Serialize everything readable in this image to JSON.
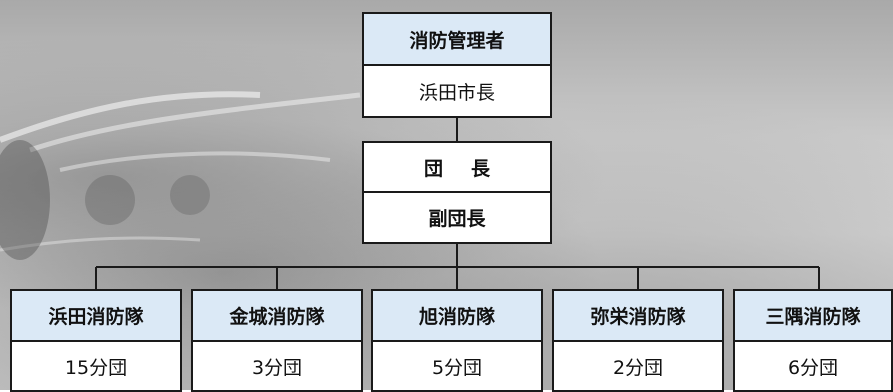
{
  "top": {
    "title": "消防管理者",
    "subtitle": "浜田市長"
  },
  "leadership": {
    "chief_first": "団",
    "chief_second": "長",
    "vice": "副団長"
  },
  "units": [
    {
      "name": "浜田消防隊",
      "count": "15分団"
    },
    {
      "name": "金城消防隊",
      "count": "3分団"
    },
    {
      "name": "旭消防隊",
      "count": "5分団"
    },
    {
      "name": "弥栄消防隊",
      "count": "2分団"
    },
    {
      "name": "三隅消防隊",
      "count": "6分団"
    }
  ],
  "colors": {
    "header_fill": "#dbe9f6",
    "border": "#1a1a1a",
    "body_fill": "#ffffff"
  }
}
